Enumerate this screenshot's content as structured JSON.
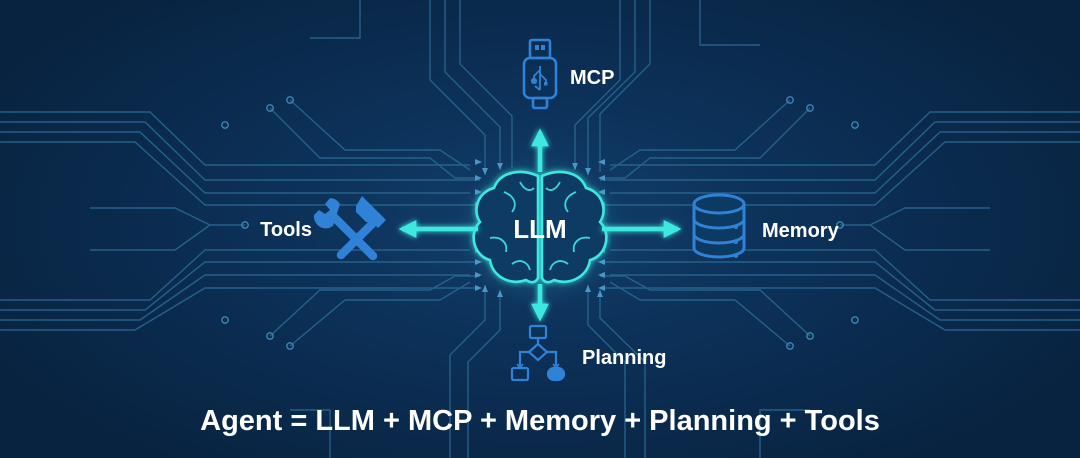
{
  "center": {
    "label": "LLM"
  },
  "nodes": {
    "top": {
      "label": "MCP"
    },
    "left": {
      "label": "Tools"
    },
    "right": {
      "label": "Memory"
    },
    "bottom": {
      "label": "Planning"
    }
  },
  "formula": "Agent = LLM + MCP + Memory + Planning + Tools",
  "colors": {
    "accent": "#3ee8e0",
    "background": "#0c3057",
    "circuit": "#2a6a93",
    "icon": "#2f82d6",
    "text": "#ffffff"
  },
  "icons": {
    "top": "usb-plug-icon",
    "left": "wrench-hammer-icon",
    "right": "database-icon",
    "bottom": "flowchart-icon",
    "center": "brain-icon"
  }
}
